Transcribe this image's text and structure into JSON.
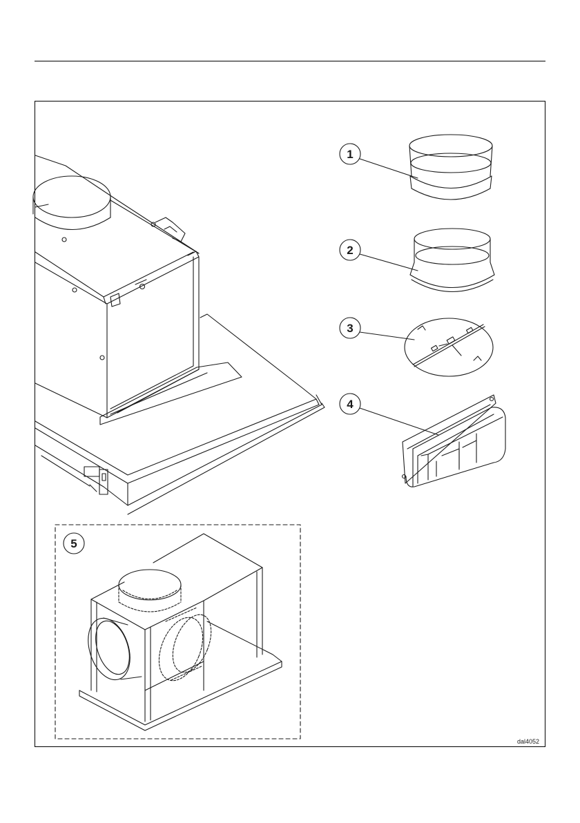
{
  "figure": {
    "callouts": [
      "1",
      "2",
      "3",
      "4",
      "5"
    ],
    "drawing_code": "dal4052"
  },
  "colors": {
    "line": "#1a1a1a",
    "paper": "#ffffff"
  }
}
